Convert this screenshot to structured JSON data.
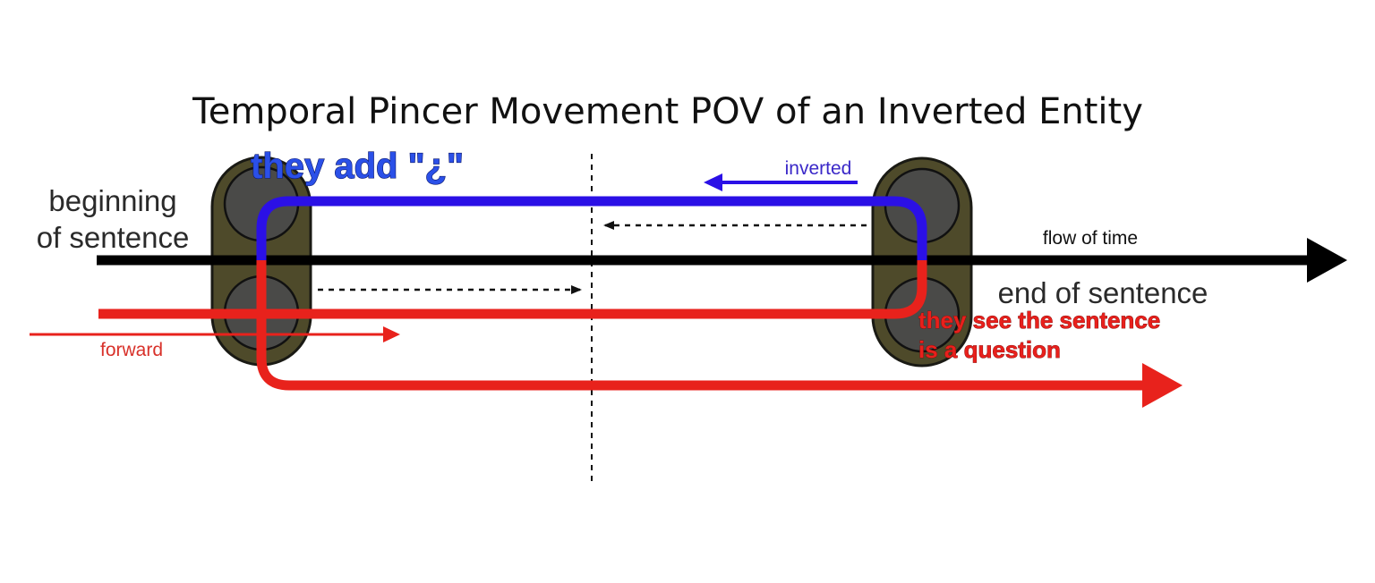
{
  "title": "Temporal Pincer Movement POV of an Inverted Entity",
  "labels": {
    "beginning_line1": "beginning",
    "beginning_line2": "of sentence",
    "end": "end of sentence",
    "flow_of_time": "flow of time",
    "inverted": "inverted",
    "forward": "forward"
  },
  "captions": {
    "blue": "they add \"¿\"",
    "red_line1": "they see the sentence",
    "red_line2": "is a question"
  },
  "colors": {
    "forward": "#e8221c",
    "inverted": "#2b10e6",
    "inverted_label": "#3a28c8",
    "timeline": "#000000",
    "turnstile": "#4e4a2a",
    "turnstile_stroke": "#1a1a14",
    "turnstile_hole": "#4a4a48"
  }
}
